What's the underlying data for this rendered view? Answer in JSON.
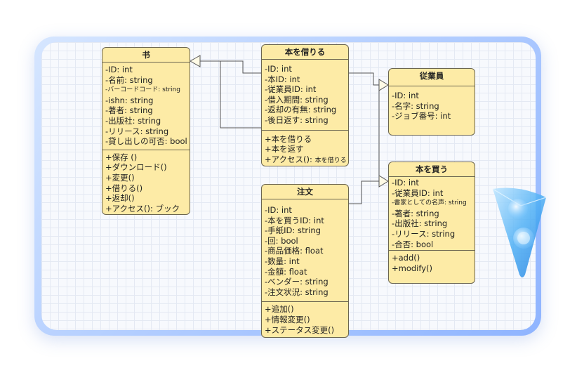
{
  "classes": {
    "book": {
      "title": "书",
      "attrs": [
        "-ID: int",
        "-名前: string",
        "-バーコードコード: string",
        "-ishn: string",
        "-著者: string",
        "-出版社: string",
        "-リリース: string",
        "-貸し出しの可否: bool"
      ],
      "ops": [
        "+保存 ()",
        "+ダウンロード()",
        "+変更()",
        "+借りる()",
        "+返却()",
        "+アクセス(): ブック"
      ]
    },
    "borrow": {
      "title": "本を借りる",
      "attrs": [
        "-ID: int",
        "-本ID: int",
        "-従業員ID: int",
        "-借入期間: string",
        "-返却の有無: string",
        "-後日返す: string"
      ],
      "ops": [
        "+本を借りる",
        "+本を返す"
      ],
      "op_access": "+アクセス(): ",
      "op_access_small": "本を借りる"
    },
    "employee": {
      "title": "従業員",
      "attrs": [
        "-ID: int",
        "-名字: string",
        "-ジョブ番号: int"
      ]
    },
    "order": {
      "title": "注文",
      "attrs": [
        "-ID: int",
        "-本を買うID: int",
        "-手紙ID: string",
        "-回: bool",
        "-商品価格: float",
        "-数量: int",
        "-金額: float",
        "-ベンダー: string",
        "-注文状況: string"
      ],
      "ops": [
        "+追加()",
        "+情報変更()",
        "+ステータス変更()"
      ]
    },
    "purchase": {
      "title": "本を買う",
      "attrs": [
        "-ID: int",
        "-従業員ID: int",
        "-書家としての名声: string",
        "-著者: string",
        "-出版社: string",
        "-リリース: string",
        "-合否: bool"
      ],
      "ops": [
        "+add()",
        "+modify()"
      ]
    }
  }
}
